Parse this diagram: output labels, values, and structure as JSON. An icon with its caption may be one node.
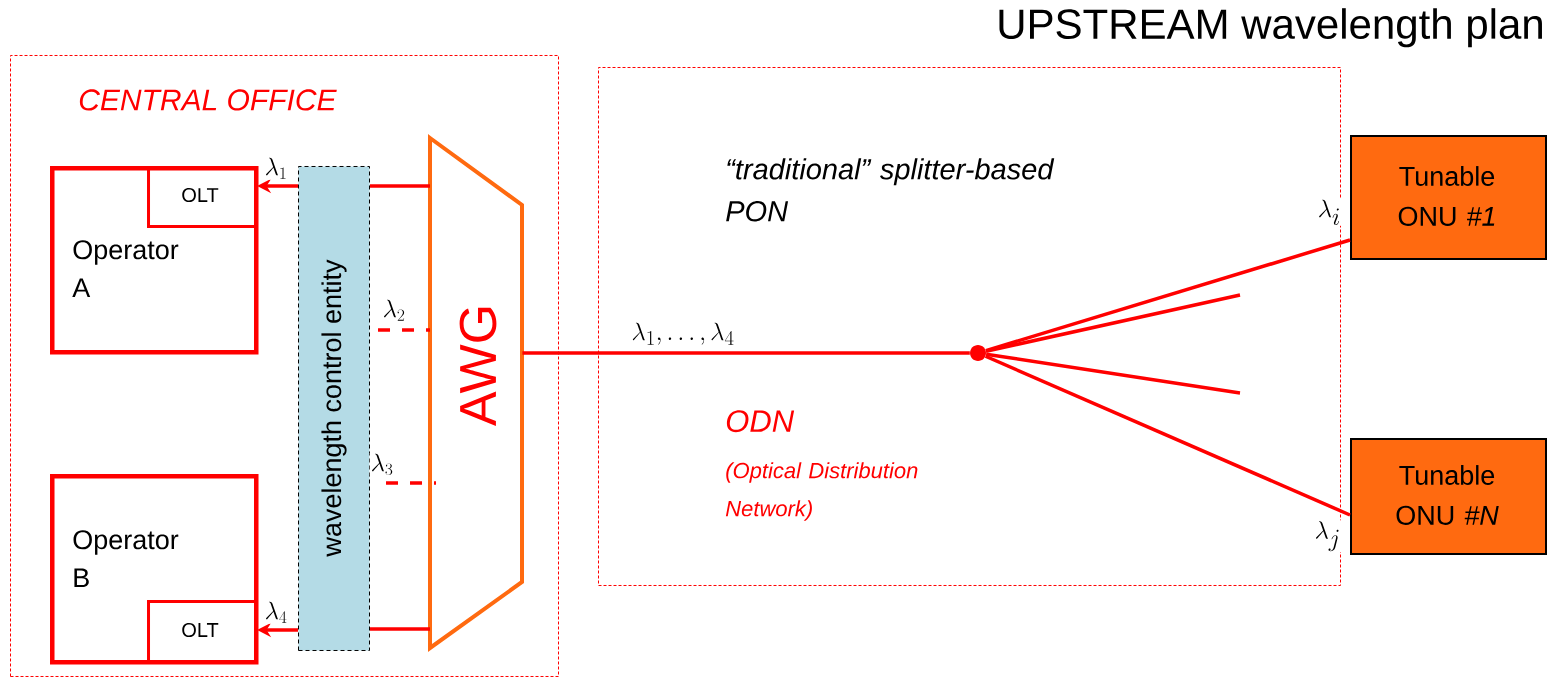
{
  "diagram": {
    "title": "UPSTREAM wavelength plan",
    "nodes": [
      {
        "text": [
          "CENTRAL OFFICE"
        ]
      },
      {
        "text": [
          "Operator A"
        ],
        "in": 0
      },
      {
        "text": [
          "OLT"
        ],
        "in": 1
      },
      {
        "text": [
          "Operator B"
        ],
        "in": 0
      },
      {
        "text": [
          "OLT"
        ],
        "in": 3
      },
      {
        "text": [
          "wavelength control entity"
        ],
        "in": 0
      },
      {
        "text": [
          "AWG"
        ],
        "in": 0
      },
      {
        "text": [
          "“traditional” splitter-based PON",
          "ODN",
          "(Optical Distribution Network)"
        ]
      },
      {
        "text": [],
        "shape": "circle",
        "in": 7
      },
      {
        "text": [
          "Tunable ONU *#1*"
        ]
      },
      {
        "text": [
          "Tunable ONU *#N*"
        ]
      }
    ],
    "edges": [
      {
        "from": 6,
        "to": 5,
        "arrow": "none"
      },
      {
        "from": 5,
        "to": 2,
        "arrow": "to",
        "label": "\\lambda_1"
      },
      {
        "from": 5,
        "to": 6,
        "arrow": "none",
        "style": "dashed",
        "label": "\\lambda_2"
      },
      {
        "from": 5,
        "to": 6,
        "arrow": "none",
        "style": "dashed",
        "label": "\\lambda_3"
      },
      {
        "from": 6,
        "to": 5,
        "arrow": "none"
      },
      {
        "from": 5,
        "to": 4,
        "arrow": "to",
        "label": "\\lambda_4"
      },
      {
        "from": 6,
        "to": 8,
        "arrow": "none",
        "label": "\\lambda_1,\\ldots,\\lambda_4"
      },
      {
        "from": 8,
        "to": 9,
        "arrow": "none",
        "label": "\\lambda_i"
      },
      {
        "from": 8,
        "to": null,
        "arrow": "none"
      },
      {
        "from": 8,
        "to": null,
        "arrow": "none"
      },
      {
        "from": 8,
        "to": 10,
        "arrow": "none",
        "label": "\\lambda_j"
      }
    ]
  }
}
